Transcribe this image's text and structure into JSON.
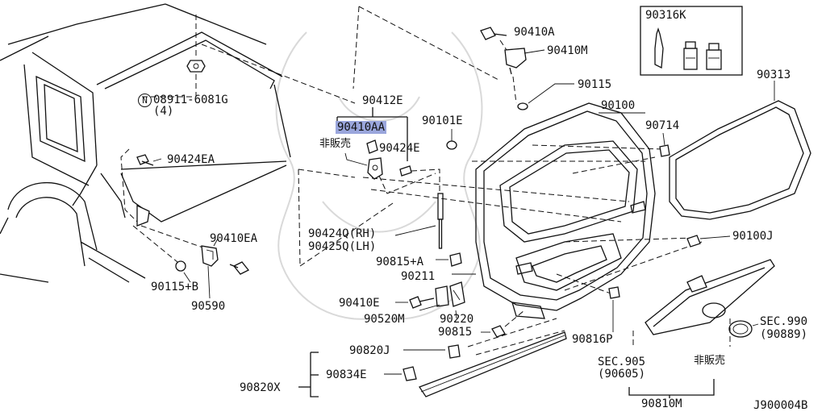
{
  "labels": {
    "l_08911": "08911-6081G",
    "l_08911_qty": "(4)",
    "l_08911_prefix": "N",
    "l_90424EA": "90424EA",
    "l_90410EA": "90410EA",
    "l_90115B": "90115+B",
    "l_90590": "90590",
    "l_90412E": "90412E",
    "l_90410AA": "90410AA",
    "l_hihanbai1": "非販売",
    "l_90424E": "90424E",
    "l_90101E": "90101E",
    "l_90410A": "90410A",
    "l_90410M": "90410M",
    "l_90115": "90115",
    "l_90100": "90100",
    "l_90714": "90714",
    "l_90316K": "90316K",
    "l_90313": "90313",
    "l_90424Q": "90424Q(RH)",
    "l_90425Q": "90425Q(LH)",
    "l_90815A": "90815+A",
    "l_90211": "90211",
    "l_90410E": "90410E",
    "l_90520M": "90520M",
    "l_90220": "90220",
    "l_90815": "90815",
    "l_90820J": "90820J",
    "l_90834E": "90834E",
    "l_90820X": "90820X",
    "l_90100J": "90100J",
    "l_90816P": "90816P",
    "l_SEC990": "SEC.990",
    "l_90889": "(90889)",
    "l_SEC905": "SEC.905",
    "l_90605": "(90605)",
    "l_hihanbai2": "非販売",
    "l_90810M": "90810M",
    "l_code": "J900004B"
  },
  "colors": {
    "highlight": "#9aa6dc",
    "ink": "#111111",
    "watermark": "#d9d9d9"
  }
}
